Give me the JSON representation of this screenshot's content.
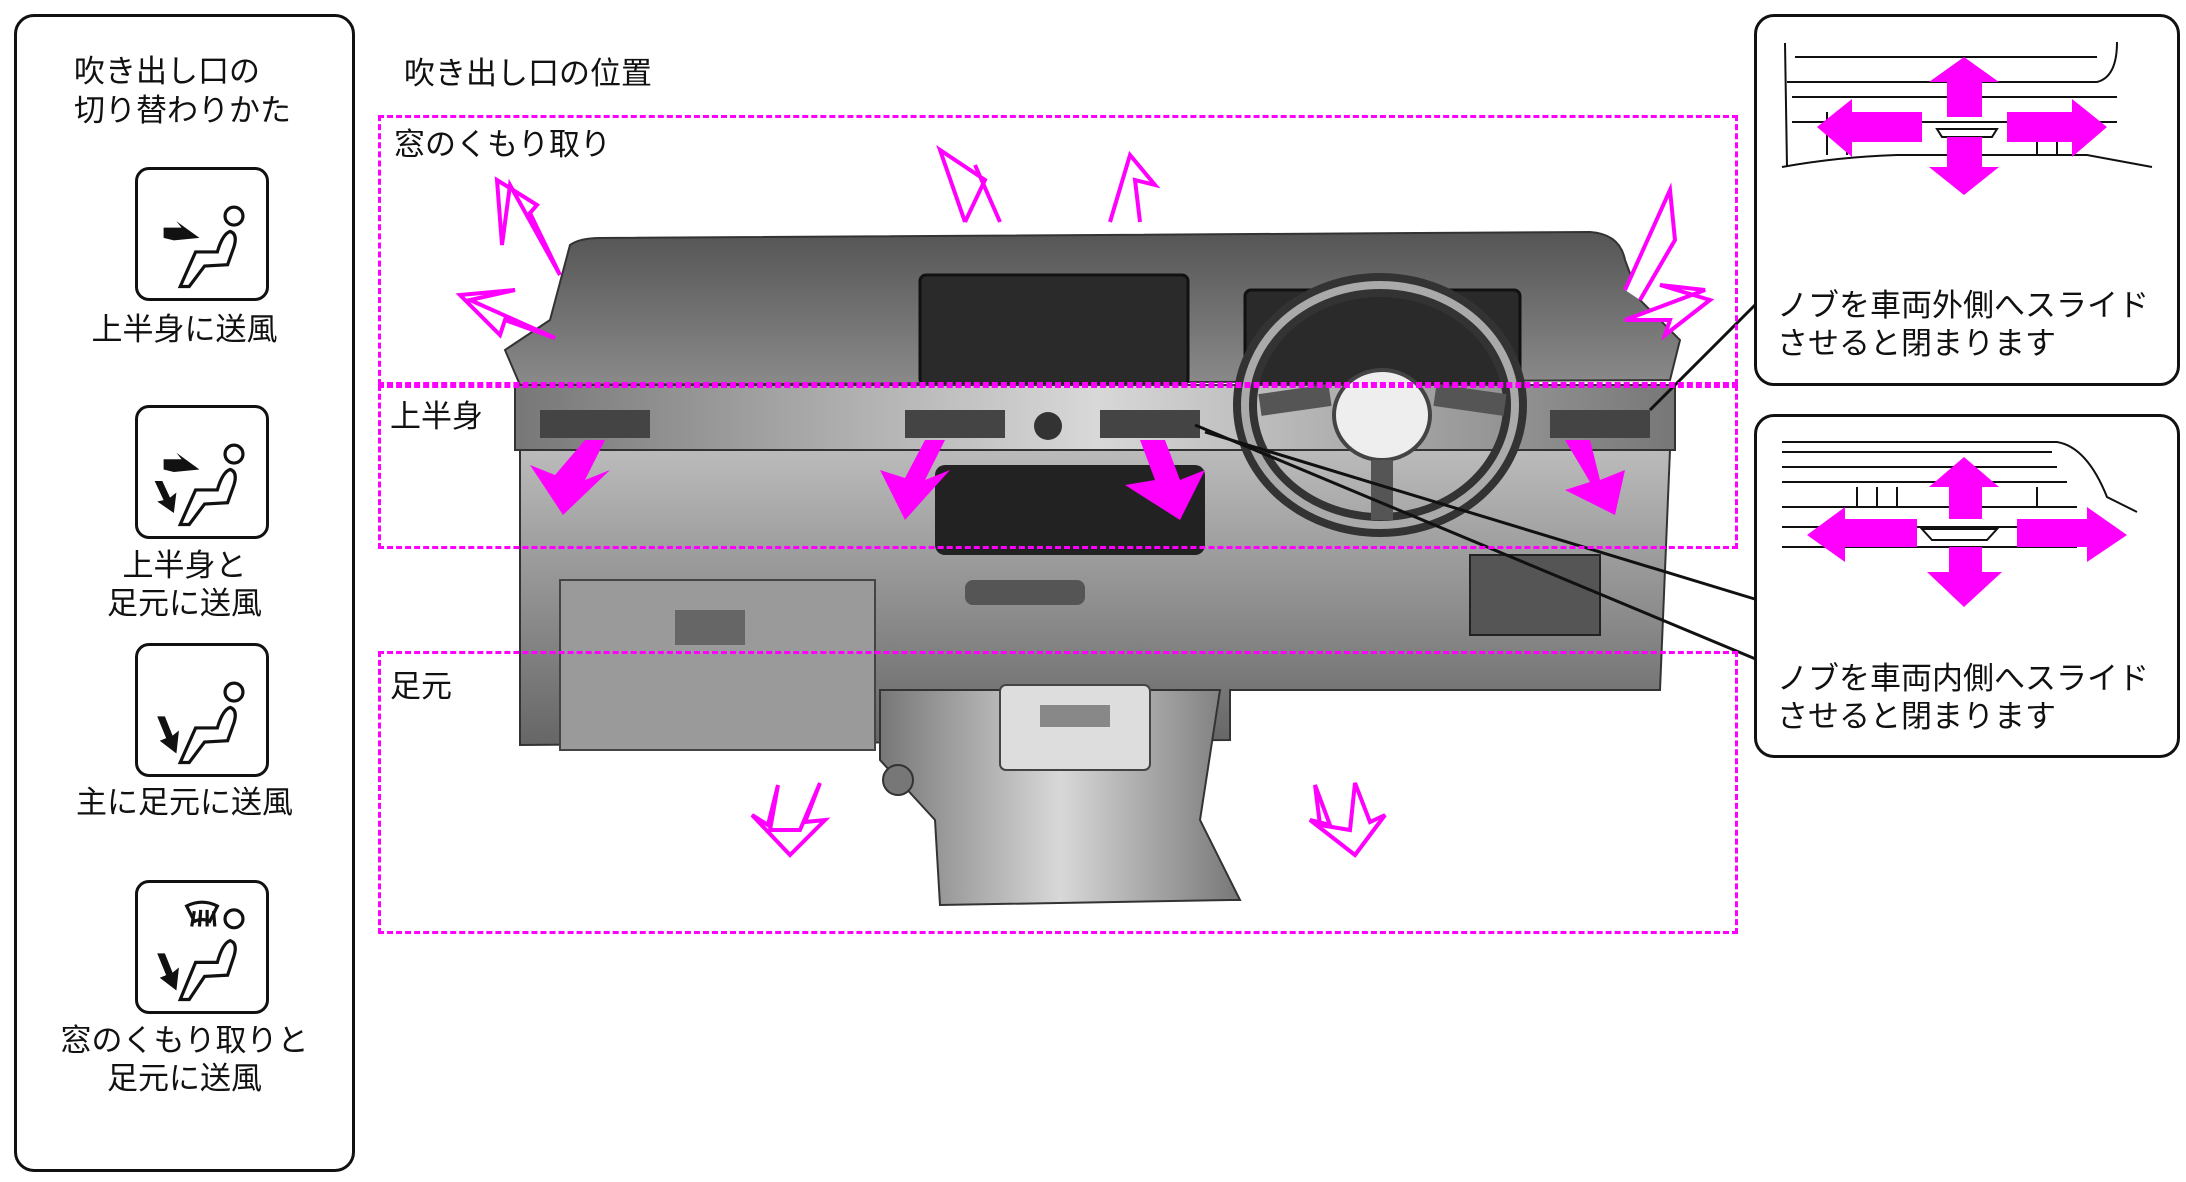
{
  "left_panel": {
    "title_line1": "吹き出し口の",
    "title_line2": "切り替わりかた",
    "modes": [
      {
        "icon": "face-vent-icon",
        "label_line1": "上半身に送風",
        "label_line2": ""
      },
      {
        "icon": "bi-level-vent-icon",
        "label_line1": "上半身と",
        "label_line2": "足元に送風"
      },
      {
        "icon": "foot-vent-icon",
        "label_line1": "主に足元に送風",
        "label_line2": ""
      },
      {
        "icon": "defrost-foot-vent-icon",
        "label_line1": "窓のくもり取りと",
        "label_line2": "足元に送風"
      }
    ]
  },
  "main": {
    "title": "吹き出し口の位置",
    "zones": {
      "defrost": "窓のくもり取り",
      "upper_body": "上半身",
      "feet": "足元"
    }
  },
  "callouts": {
    "outer": {
      "line1": "ノブを車両外側へスライド",
      "line2": "させると閉まります"
    },
    "inner": {
      "line1": "ノブを車両内側へスライド",
      "line2": "させると閉まります"
    }
  },
  "colors": {
    "accent": "#ff00ff",
    "outline": "#111111",
    "dash_gray": "#5a5a5a"
  }
}
